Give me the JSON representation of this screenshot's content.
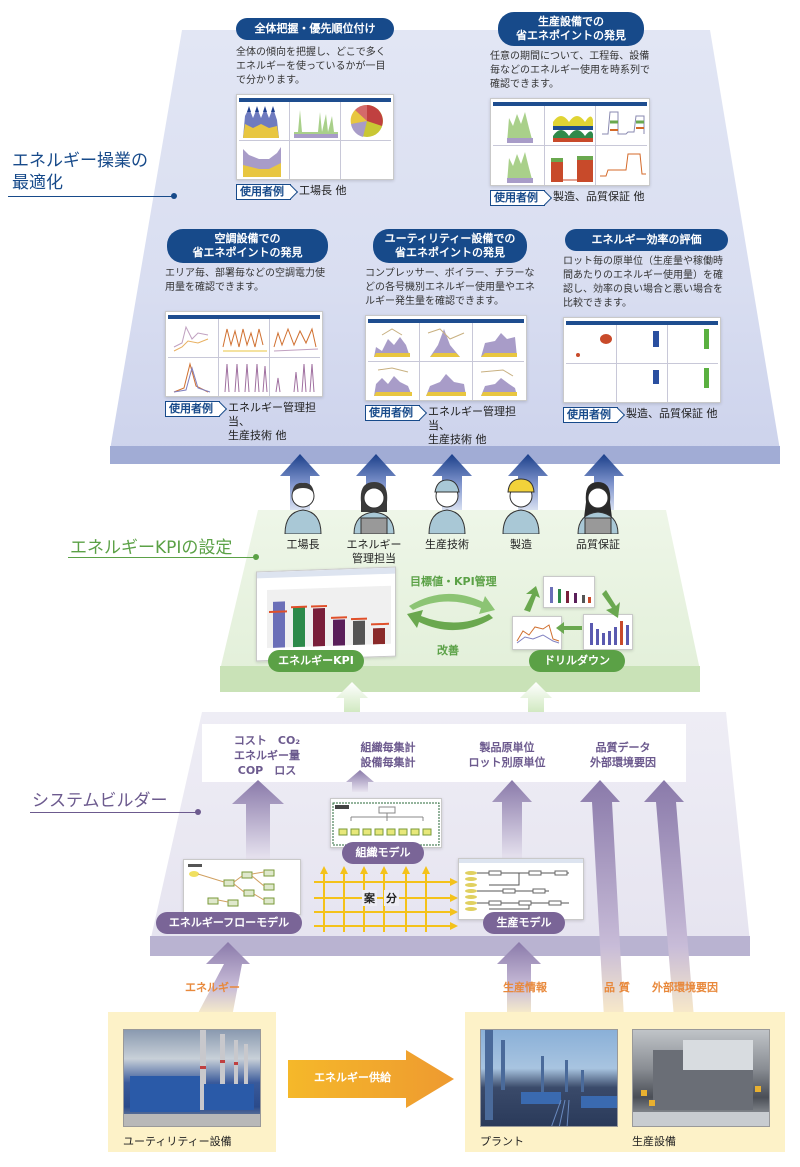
{
  "layers": {
    "top": {
      "label": "エネルギー操業の\n最適化",
      "color": "#174a8a",
      "cards": [
        {
          "title": "全体把握・優先順位付け",
          "description": "全体の傾向を把握し、どこで多く エネルギーを使っているかが一目 で分かります。",
          "usecase_tag": "使用者例",
          "usecase_text": "工場長 他"
        },
        {
          "title": "生産設備での\n省エネポイントの発見",
          "description": "任意の期間について、工程毎、設備毎などのエネルギー使用を時系列で確認できます。",
          "usecase_tag": "使用者例",
          "usecase_text": "製造、品質保証 他"
        },
        {
          "title": "空調設備での\n省エネポイントの発見",
          "description": "エリア毎、部署毎などの空調電力使用量を確認できます。",
          "usecase_tag": "使用者例",
          "usecase_text": "エネルギー管理担当、\n生産技術 他"
        },
        {
          "title": "ユーティリティー設備での\n省エネポイントの発見",
          "description": "コンプレッサー、ボイラー、チラーなどの各号機別エネルギー使用量やエネルギー発生量を確認できます。",
          "usecase_tag": "使用者例",
          "usecase_text": "エネルギー管理担当、\n生産技術 他"
        },
        {
          "title": "エネルギー効率の評価",
          "description": "ロット毎の原単位（生産量や稼働時間あたりのエネルギー使用量）を確認し、効率の良い場合と悪い場合を比較できます。",
          "usecase_tag": "使用者例",
          "usecase_text": "製造、品質保証 他"
        }
      ]
    },
    "kpi": {
      "label": "エネルギーKPIの設定",
      "color": "#5ba146",
      "people": [
        {
          "label": "工場長",
          "icon": "man-icon"
        },
        {
          "label": "エネルギー\n管理担当",
          "icon": "woman-laptop-icon"
        },
        {
          "label": "生産技術",
          "icon": "worker-cap-icon"
        },
        {
          "label": "製造",
          "icon": "worker-helmet-icon"
        },
        {
          "label": "品質保証",
          "icon": "woman-laptop-icon"
        }
      ],
      "energy_kpi_label": "エネルギーKPI",
      "drilldown_label": "ドリルダウン",
      "cycle_top_label": "目標値・KPI管理",
      "cycle_bottom_label": "改善"
    },
    "system": {
      "label": "システムビルダー",
      "color": "#6c5a8e",
      "outputs": [
        {
          "text": "コスト　CO₂\nエネルギー量\nCOP　ロス"
        },
        {
          "text": "組織毎集計\n設備毎集計"
        },
        {
          "text": "製品原単位\nロット別原単位"
        },
        {
          "text": "品質データ\n外部環境要因"
        }
      ],
      "energy_flow_model": "エネルギーフローモデル",
      "org_model": "組織モデル",
      "production_model": "生産モデル",
      "allocation_left": "案",
      "allocation_right": "分"
    },
    "sources": {
      "input_labels": {
        "energy": "エネルギー",
        "production_info": "生産情報",
        "quality": "品 質",
        "external": "外部環境要因"
      },
      "supply_label": "エネルギー供給",
      "photos": [
        {
          "label": "ユーティリティー設備"
        },
        {
          "label": "プラント"
        },
        {
          "label": "生産設備"
        }
      ]
    }
  }
}
